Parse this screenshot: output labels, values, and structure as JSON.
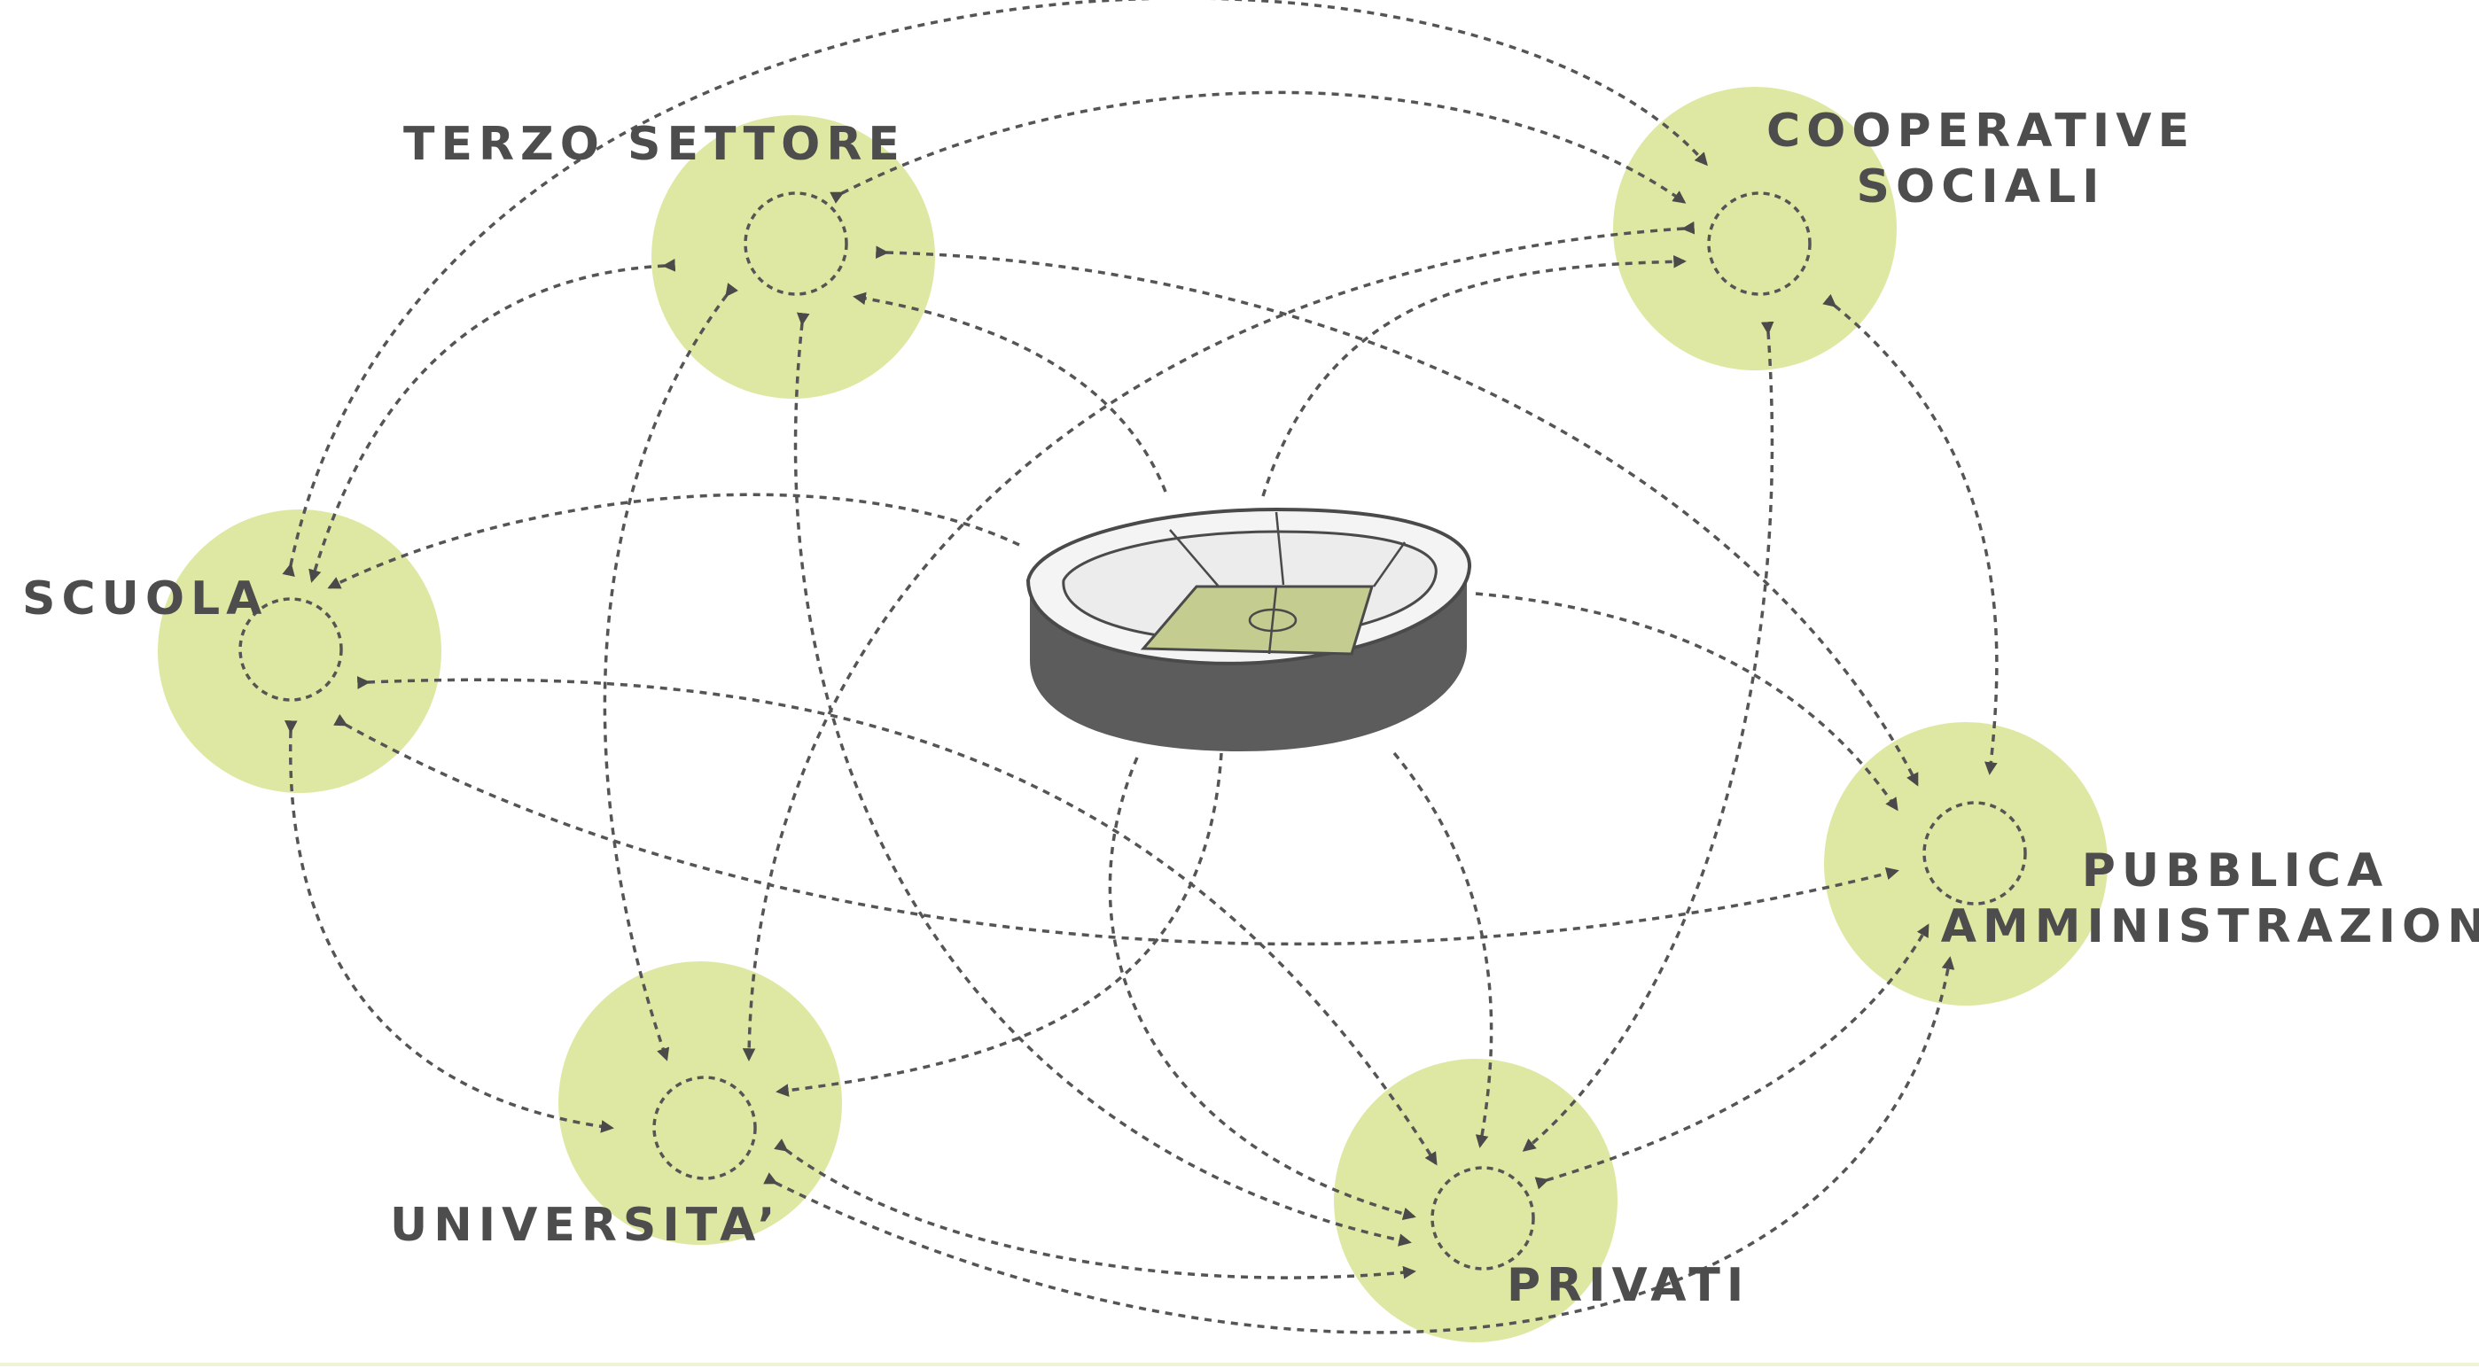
{
  "colors": {
    "node_fill": "#dfe8a2",
    "line": "#555555",
    "label": "#4d4d4d",
    "stadium_body": "#5c5c5c",
    "stadium_field": "#c5cc8f"
  },
  "center": {
    "icon": "stadium-icon"
  },
  "nodes": [
    {
      "id": "terzo",
      "label_lines": [
        "TERZO SETTORE"
      ]
    },
    {
      "id": "coop",
      "label_lines": [
        "COOPERATIVE",
        "SOCIALI"
      ]
    },
    {
      "id": "scuola",
      "label_lines": [
        "SCUOLA"
      ]
    },
    {
      "id": "pa",
      "label_lines": [
        "PUBBLICA",
        "AMMINISTRAZIONE"
      ]
    },
    {
      "id": "univ",
      "label_lines": [
        "UNIVERSITA’"
      ]
    },
    {
      "id": "privati",
      "label_lines": [
        "PRIVATI"
      ]
    }
  ]
}
